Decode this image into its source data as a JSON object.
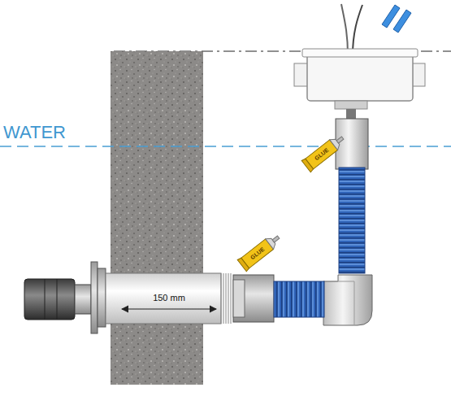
{
  "diagram": {
    "labels": [
      "WATER",
      "150 mm",
      "GLUE",
      "GLUE"
    ]
  }
}
